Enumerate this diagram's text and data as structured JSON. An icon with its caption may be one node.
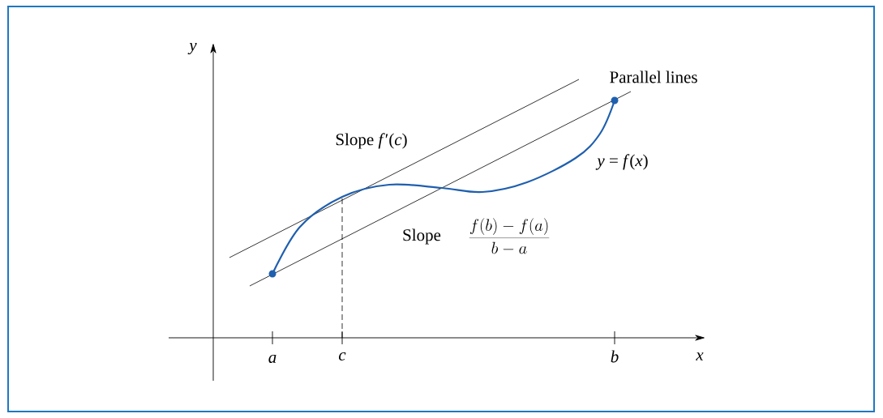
{
  "diagram": {
    "labels": [
      "*y*",
      "Parallel lines",
      "Slope *f*′(*c*)",
      "*y* = *f*(*x*)",
      "Slope",
      "\\frac{f(b) - f(a)}{b - a}",
      "*a*",
      "*c*",
      "*b*",
      "*x*"
    ]
  }
}
